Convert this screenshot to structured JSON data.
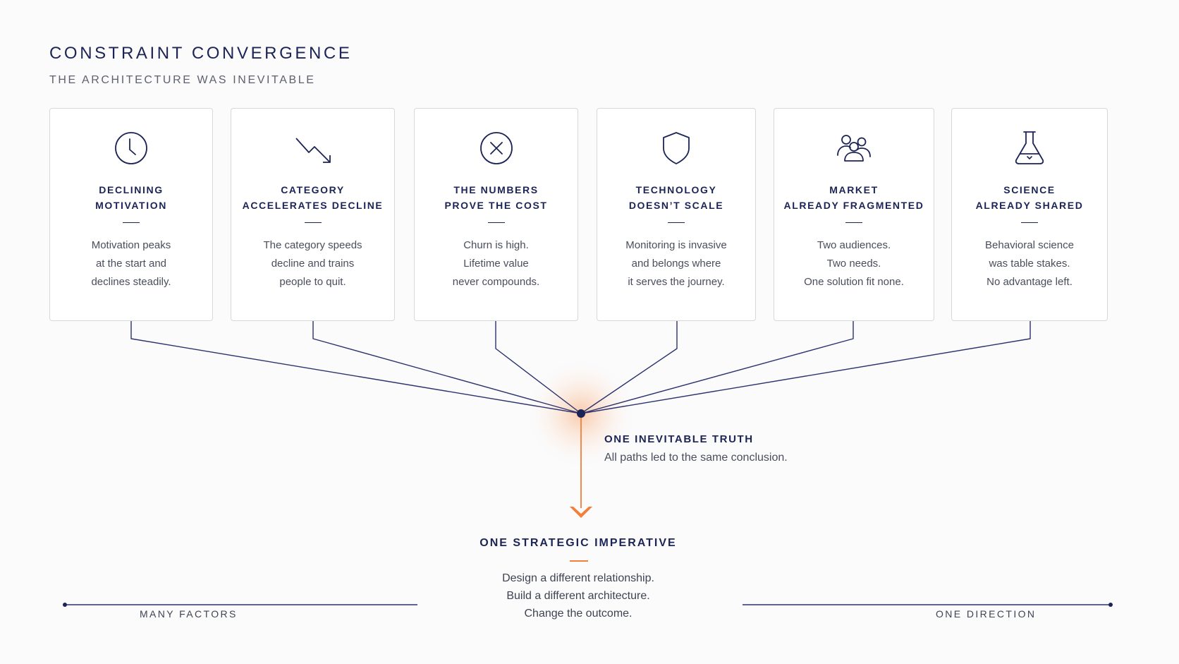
{
  "header": {
    "title": "CONSTRAINT CONVERGENCE",
    "subtitle": "THE ARCHITECTURE WAS INEVITABLE"
  },
  "cards": [
    {
      "icon": "clock-icon",
      "heading": [
        "DECLINING",
        "MOTIVATION"
      ],
      "body": [
        "Motivation peaks",
        "at the start and",
        "declines steadily."
      ]
    },
    {
      "icon": "trend-down-icon",
      "heading": [
        "CATEGORY",
        "ACCELERATES DECLINE"
      ],
      "body": [
        "The category speeds",
        "decline and trains",
        "people to quit."
      ]
    },
    {
      "icon": "x-circle-icon",
      "heading": [
        "THE NUMBERS",
        "PROVE THE COST"
      ],
      "body": [
        "Churn is high.",
        "Lifetime value",
        "never compounds."
      ]
    },
    {
      "icon": "shield-icon",
      "heading": [
        "TECHNOLOGY",
        "DOESN’T SCALE"
      ],
      "body": [
        "Monitoring is invasive",
        "and belongs where",
        "it serves the journey."
      ]
    },
    {
      "icon": "users-icon",
      "heading": [
        "MARKET",
        "ALREADY FRAGMENTED"
      ],
      "body": [
        "Two audiences.",
        "Two needs.",
        "One solution fit none."
      ]
    },
    {
      "icon": "flask-icon",
      "heading": [
        "SCIENCE",
        "ALREADY SHARED"
      ],
      "body": [
        "Behavioral science",
        "was table stakes.",
        "No advantage left."
      ]
    }
  ],
  "convergence": {
    "title": "ONE INEVITABLE TRUTH",
    "text": "All paths led to the same conclusion."
  },
  "imperative": {
    "title": "ONE STRATEGIC IMPERATIVE",
    "body": [
      "Design a different relationship.",
      "Build a different architecture.",
      "Change the outcome."
    ]
  },
  "footer": {
    "left": "MANY FACTORS",
    "right": "ONE DIRECTION"
  },
  "colors": {
    "navy": "#1c2456",
    "accent": "#f2803a",
    "text": "#4a4e5c",
    "border": "#d6d8e0"
  }
}
